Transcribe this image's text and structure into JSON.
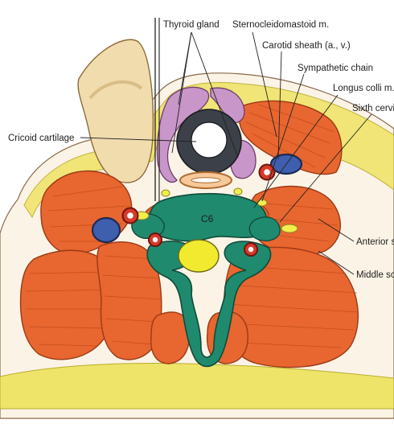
{
  "labels": {
    "thyroid_gland": "Thyroid gland",
    "sternocleidomastoid": "Sternocleidomastoid m.",
    "carotid_sheath": "Carotid sheath (a., v.)",
    "sympathetic_chain": "Sympathetic chain",
    "longus_colli": "Longus colli m.",
    "sixth_cervical": "Sixth cervic",
    "cricoid_cartilage": "Cricoid cartilage",
    "vertebra": "C6",
    "anterior_scalene": "Anterior sc",
    "middle_scalene": "Middle sca"
  },
  "colors": {
    "muscle": "#e8662f",
    "fat": "#efe46a",
    "vertebra": "#1f8a6e",
    "thyroid": "#c896c8",
    "vein": "#3e5fae",
    "artery": "#d63a2b",
    "cartilage": "#3c4048"
  }
}
